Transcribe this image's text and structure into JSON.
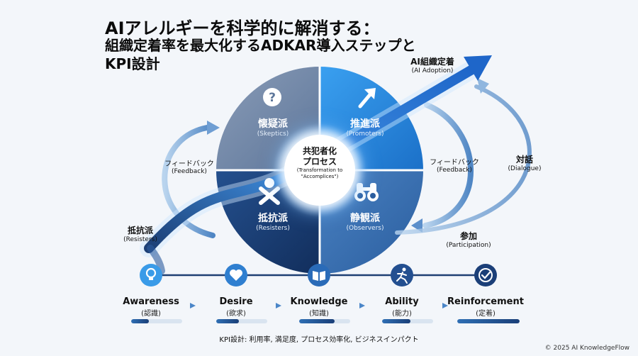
{
  "title": {
    "line1": "AIアレルギーを科学的に解消する：",
    "line2": "組織定着率を最大化するADKAR導入ステップと",
    "line3": "KPI設計"
  },
  "quadrants": {
    "skeptics": {
      "label": "懐疑派",
      "sub": "(Skeptics)",
      "icon": "question-icon"
    },
    "promoters": {
      "label": "推進派",
      "sub": "(Promoters)",
      "icon": "arrow-up-right-icon"
    },
    "resisters": {
      "label": "抵抗派",
      "sub": "(Resisters)",
      "icon": "crossed-arms-icon"
    },
    "observers": {
      "label": "静観派",
      "sub": "(Observers)",
      "icon": "binoculars-icon"
    }
  },
  "center": {
    "line1": "共犯者化",
    "line2": "プロセス",
    "sub1": "(Transformation to",
    "sub2": "\"Accomplices\")"
  },
  "annotations": {
    "adoption": {
      "label": "AI組織定着",
      "sub": "(AI Adoption)"
    },
    "feedback_left": {
      "label": "フィードバック",
      "sub": "(Feedback)"
    },
    "feedback_right": {
      "label": "フィードバック",
      "sub": "(Feedback)"
    },
    "dialogue": {
      "label": "対話",
      "sub": "(Dialogue)"
    },
    "participation": {
      "label": "参加",
      "sub": "(Participation)"
    },
    "resisters_origin": {
      "label": "抵抗派",
      "sub": "(Resisters)"
    }
  },
  "steps": [
    {
      "label": "Awareness",
      "sub": "(認識)",
      "icon": "lightbulb-icon",
      "progress": 0.35
    },
    {
      "label": "Desire",
      "sub": "(欲求)",
      "icon": "heart-icon",
      "progress": 0.45
    },
    {
      "label": "Knowledge",
      "sub": "(知識)",
      "icon": "book-icon",
      "progress": 0.7
    },
    {
      "label": "Ability",
      "sub": "(能力)",
      "icon": "runner-icon",
      "progress": 0.55
    },
    {
      "label": "Reinforcement",
      "sub": "(定着)",
      "icon": "check-circle-icon",
      "progress": 1.0
    }
  ],
  "kpi": "KPI設計: 利用率, 満足度, プロセス効率化, ビジネスインパクト",
  "copyright": "© 2025 AI KnowledgeFlow",
  "colors": {
    "skeptics": "#6f86a4",
    "promoters": "#2a8be0",
    "resisters": "#1b3f78",
    "observers": "#3a6fb0",
    "accent": "#1a4f9c"
  }
}
